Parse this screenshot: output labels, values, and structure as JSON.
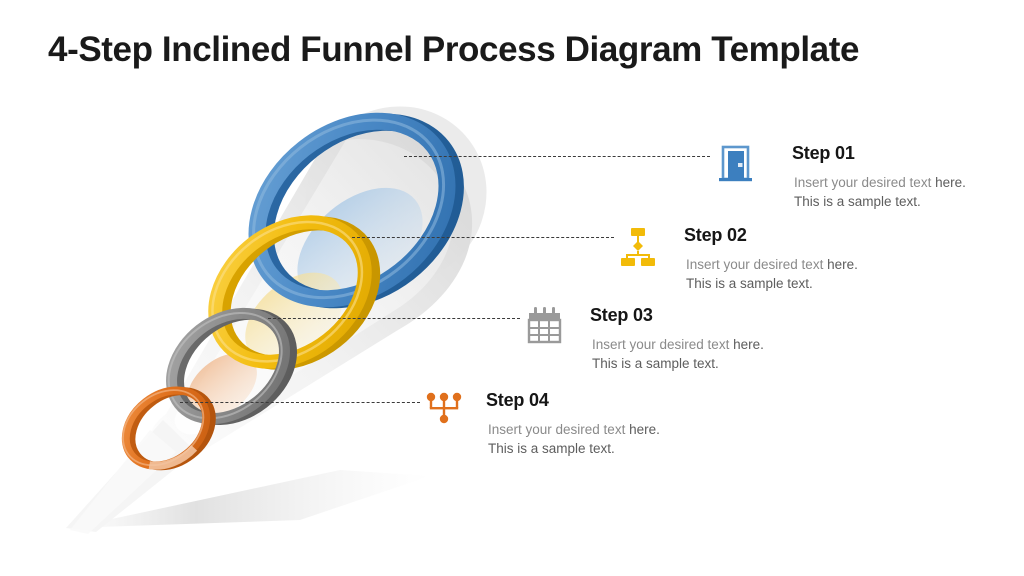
{
  "slide": {
    "title": "4-Step Inclined Funnel Process Diagram Template",
    "background": "#ffffff"
  },
  "colors": {
    "step_01": "#3c7fbf",
    "step_02": "#f2bb09",
    "step_03": "#848484",
    "step_04": "#e0701c",
    "title_text": "#1a1a1a",
    "body_text": "#8a8a8a",
    "body_text_accent": "#5d5d5d",
    "connector": "#3a3a3a",
    "funnel_body": "#e6e6e6"
  },
  "steps": [
    {
      "id": "step-1",
      "label": "Step 01",
      "body_lead": "Insert your desired text",
      "body_tail": "here. This is a sample text.",
      "icon": "door-icon",
      "color": "#3c7fbf",
      "ring_index": 1
    },
    {
      "id": "step-2",
      "label": "Step 02",
      "body_lead": "Insert your desired text",
      "body_tail": "here. This is a sample text.",
      "icon": "org-chart-icon",
      "color": "#f2bb09",
      "ring_index": 2
    },
    {
      "id": "step-3",
      "label": "Step 03",
      "body_lead": "Insert your desired text",
      "body_tail": "here. This is a sample text.",
      "icon": "calendar-icon",
      "color": "#848484",
      "ring_index": 3
    },
    {
      "id": "step-4",
      "label": "Step 04",
      "body_lead": "Insert your desired text",
      "body_tail": "here. This is a sample text.",
      "icon": "network-nodes-icon",
      "color": "#e0701c",
      "ring_index": 4
    }
  ],
  "funnel": {
    "orientation": "inclined",
    "ring_count": 4,
    "description": "Four inclined elliptical rings of decreasing size forming a 3D funnel running from upper-right to lower-left, with a translucent light-gray conical body and a soft ground shadow."
  }
}
